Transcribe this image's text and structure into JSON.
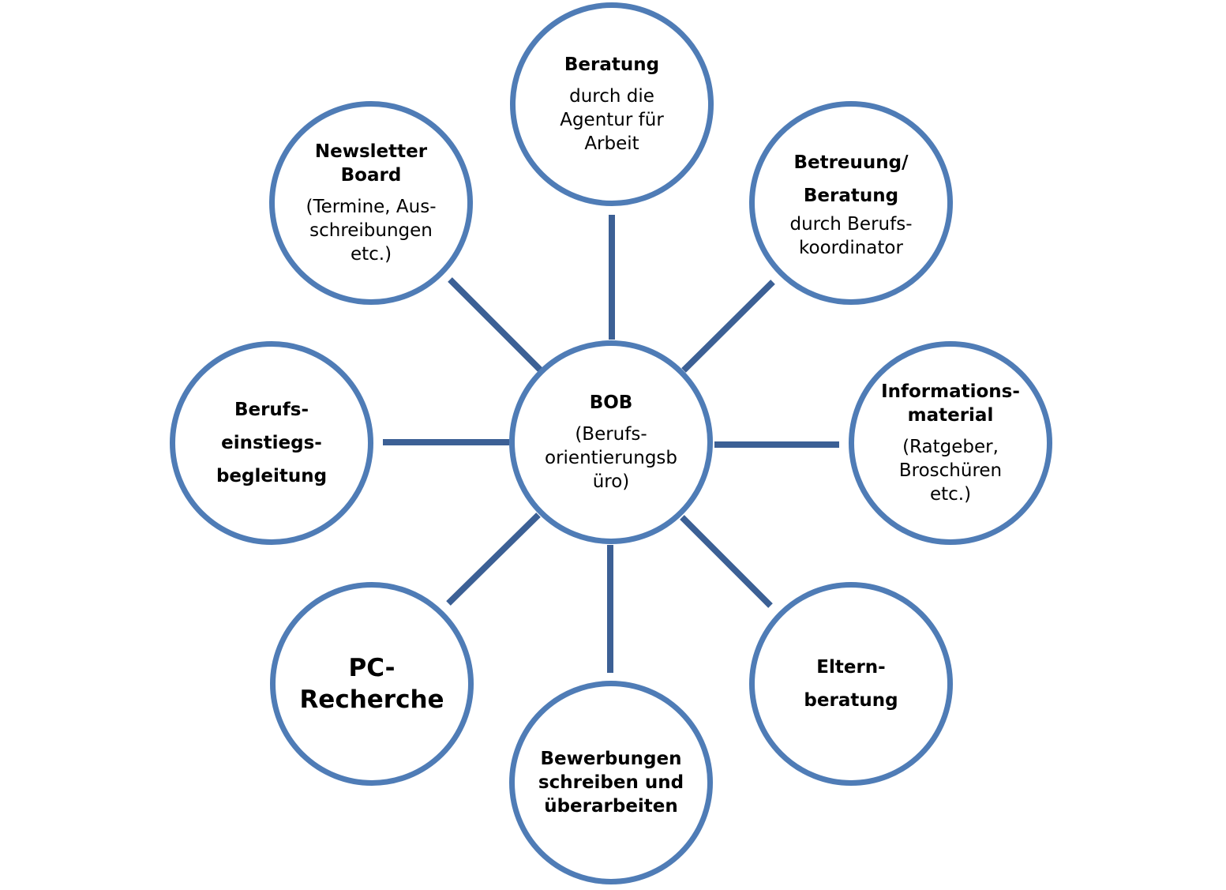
{
  "colors": {
    "circle_stroke": "#4f7cb6",
    "connector": "#3c6095",
    "text": "#000000"
  },
  "center": {
    "title": [
      "BOB"
    ],
    "description": [
      "(Berufs-",
      "orientierungsb",
      "üro)"
    ]
  },
  "nodes": [
    {
      "id": "beratung-agentur",
      "title": [
        "Beratung"
      ],
      "description": [
        "durch die",
        "Agentur für",
        "Arbeit"
      ]
    },
    {
      "id": "betreuung-beratung",
      "title": [
        "Betreuung/",
        "Beratung"
      ],
      "description": [
        "durch Berufs-",
        "koordinator"
      ]
    },
    {
      "id": "informationsmaterial",
      "title": [
        "Informations-",
        "material"
      ],
      "description": [
        "(Ratgeber,",
        "Broschüren",
        "etc.)"
      ]
    },
    {
      "id": "elternberatung",
      "title": [
        "Eltern-",
        "beratung"
      ],
      "description": []
    },
    {
      "id": "bewerbungen",
      "title": [
        "Bewerbungen",
        "schreiben und",
        "überarbeiten"
      ],
      "description": []
    },
    {
      "id": "pc-recherche",
      "title": [
        "PC-",
        "Recherche"
      ],
      "description": []
    },
    {
      "id": "berufseinstiegsbegleitung",
      "title": [
        "Berufs-",
        "einstiegs-",
        "begleitung"
      ],
      "description": []
    },
    {
      "id": "newsletter-board",
      "title": [
        "Newsletter",
        "Board"
      ],
      "description": [
        "(Termine, Aus-",
        "schreibungen",
        "etc.)"
      ]
    }
  ]
}
